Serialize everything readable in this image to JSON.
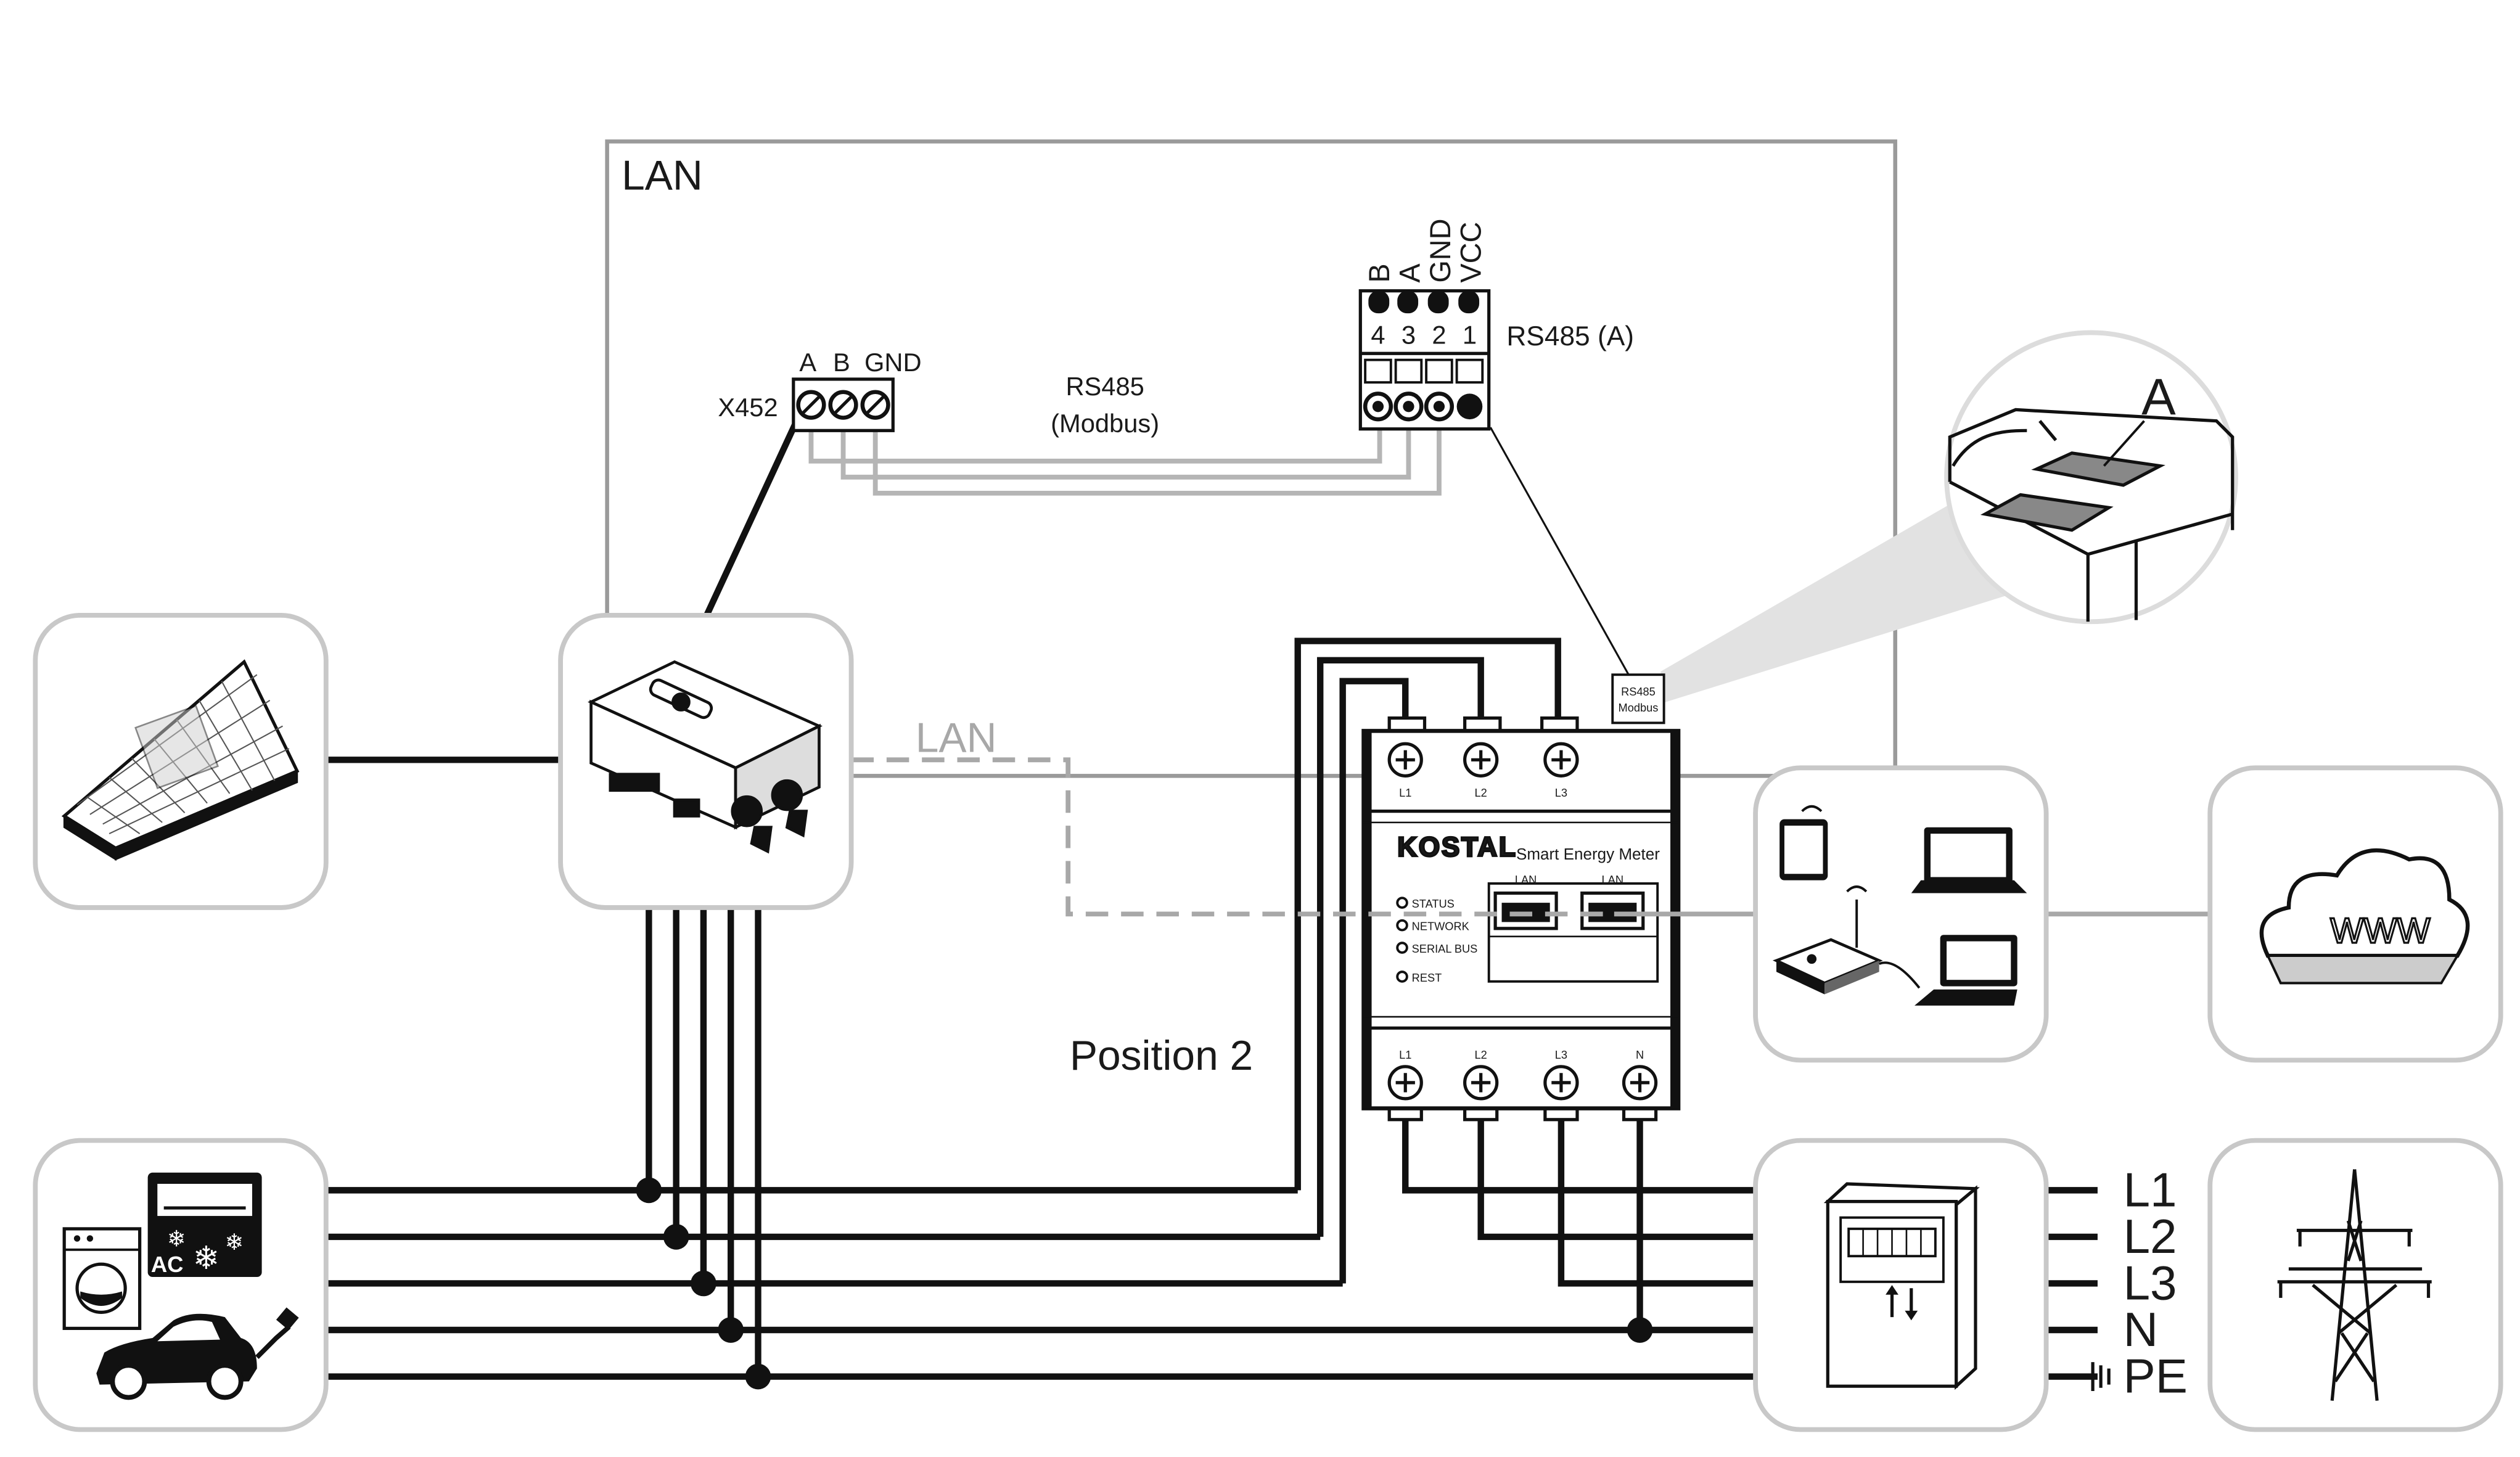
{
  "labels": {
    "lan_box": "LAN",
    "lan_dashed": "LAN",
    "x452": "X452",
    "x452_pins": {
      "a": "A",
      "b": "B",
      "gnd": "GND"
    },
    "rs485_modbus_line1": "RS485",
    "rs485_modbus_line2": "(Modbus)",
    "rs485_a": "RS485 (A)",
    "terminal_top": {
      "b": "B",
      "a": "A",
      "gnd": "GND",
      "vcc": "VCC"
    },
    "terminal_nums": [
      "4",
      "3",
      "2",
      "1"
    ],
    "position": "Position 2",
    "zoom_a": "A",
    "rs485_small_1": "RS485",
    "rs485_small_2": "Modbus",
    "grid": {
      "l1": "L1",
      "l2": "L2",
      "l3": "L3",
      "n": "N",
      "pe": "PE"
    },
    "appliance_ac": "AC",
    "www": "WWW"
  },
  "meter": {
    "brand": "KOSTAL",
    "model": "Smart Energy Meter",
    "top_terminals": [
      "L1",
      "L2",
      "L3"
    ],
    "bottom_terminals": [
      "L1",
      "L2",
      "L3",
      "N"
    ],
    "lan_port_1": "LAN",
    "lan_port_2": "LAN",
    "leds": [
      "STATUS",
      "NETWORK",
      "SERIAL BUS"
    ],
    "reset": "REST"
  },
  "colors": {
    "line": "#111111",
    "box_border": "#c8c8c8",
    "frame": "#9a9a9a",
    "rs485_wire": "#b5b5b5",
    "lan_dash": "#a8a8a8"
  }
}
